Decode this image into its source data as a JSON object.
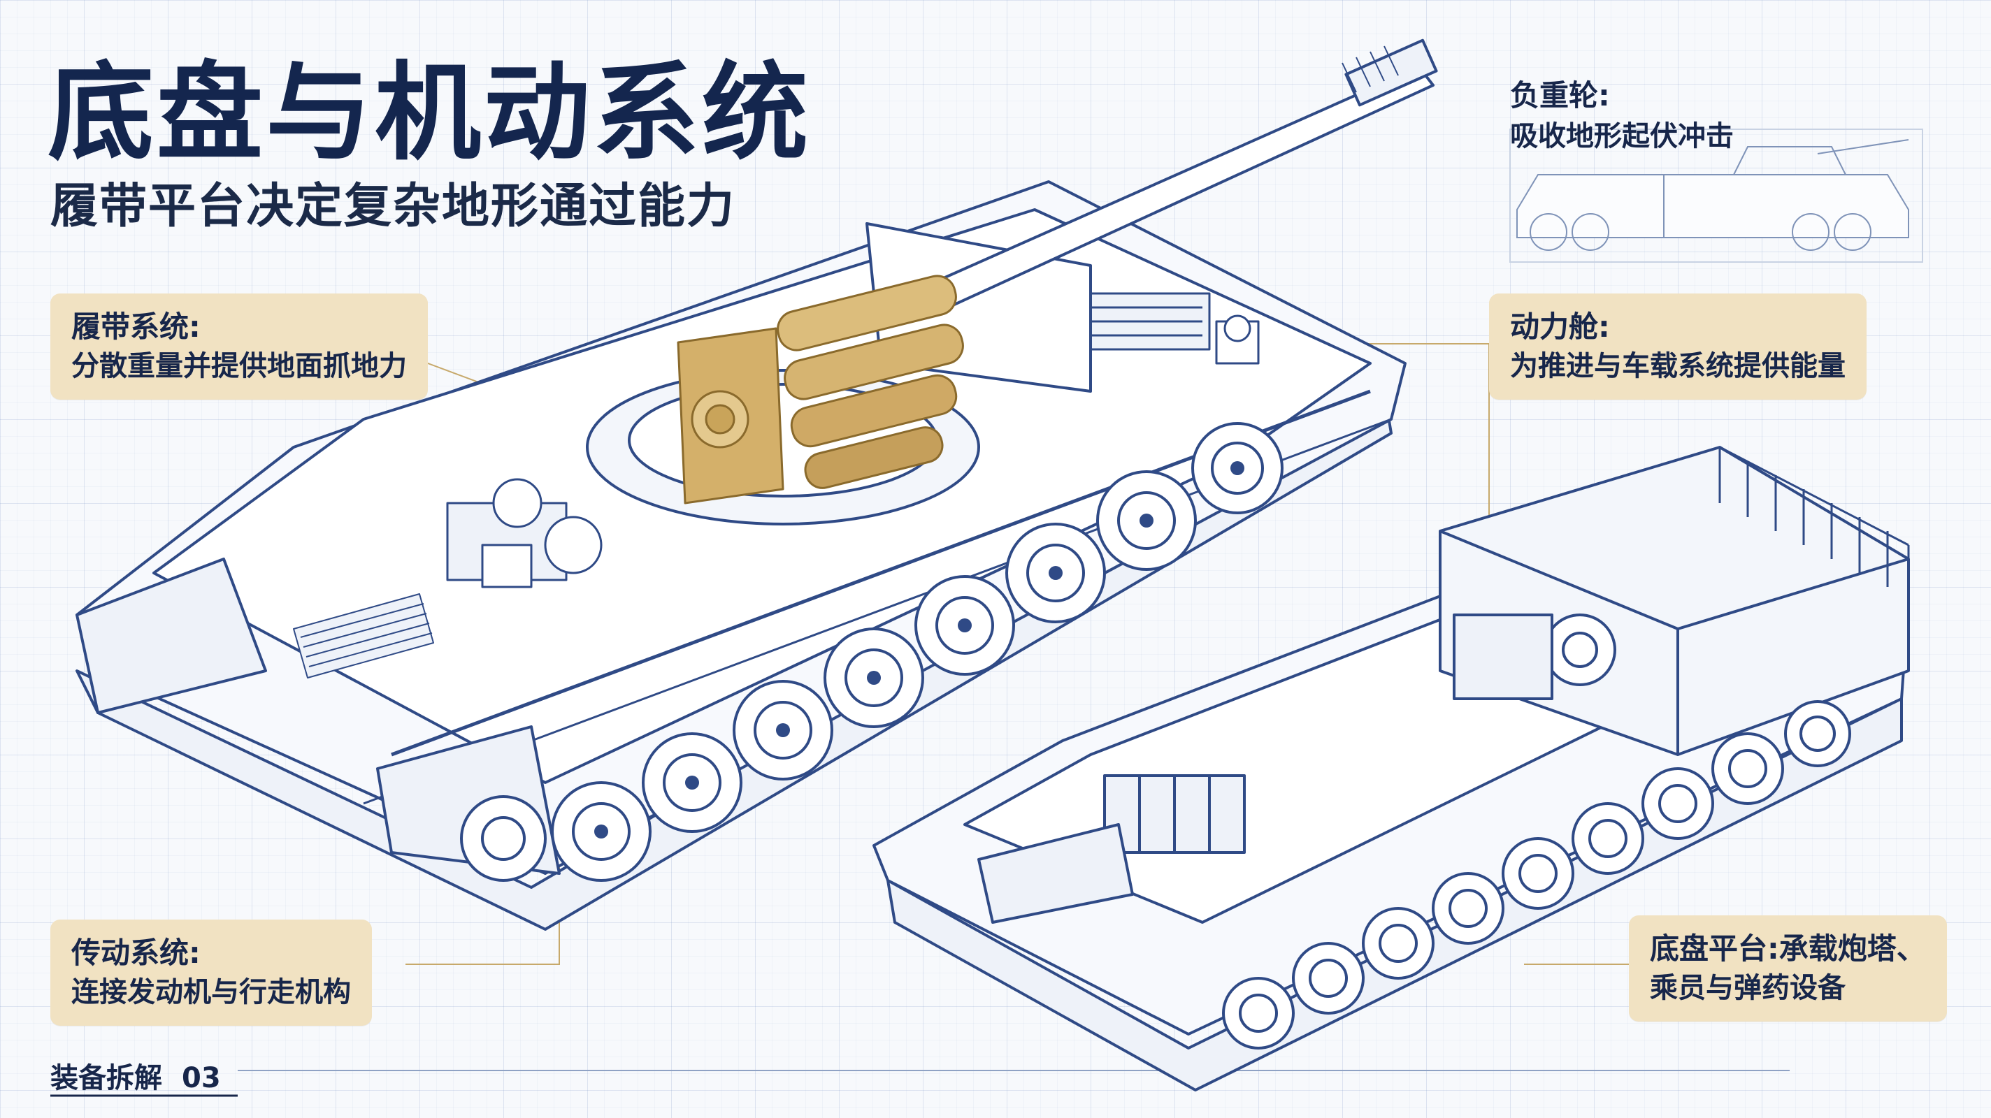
{
  "header": {
    "title": "底盘与机动系统",
    "subtitle": "履带平台决定复杂地形通过能力"
  },
  "callouts": {
    "track": {
      "heading": "履带系统:",
      "text": "分散重量并提供地面抓地力"
    },
    "road_wheel": {
      "heading": "负重轮:",
      "text": "吸收地形起伏冲击"
    },
    "engine_bay": {
      "heading": "动力舱:",
      "text": "为推进与车载系统提供能量"
    },
    "transmission": {
      "heading": "传动系统:",
      "text": "连接发动机与行走机构"
    },
    "chassis": {
      "heading": "底盘平台:",
      "text": "承载炮塔、",
      "text2": "乘员与弹药设备"
    }
  },
  "footer": {
    "section": "装备拆解",
    "page": "03"
  },
  "colors": {
    "navy": "#14264e",
    "callout_bg": "#f1e2c2",
    "engine_gold": "#c9a45a",
    "line": "#2f4a86",
    "grid": "#c9d4e6"
  }
}
